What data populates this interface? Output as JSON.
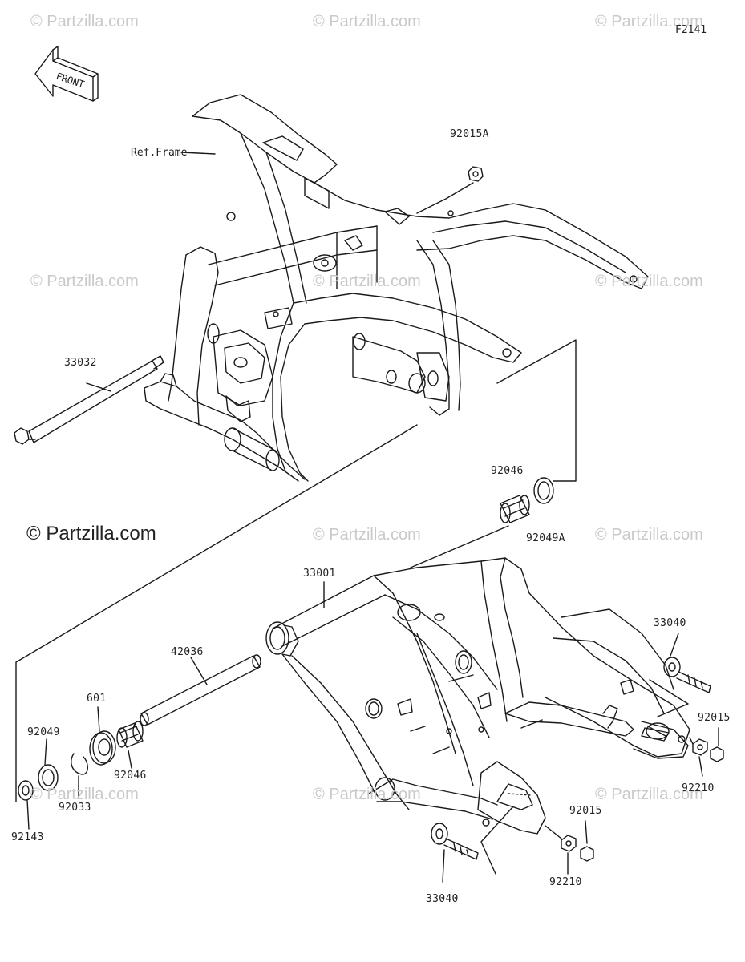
{
  "diagram_code": "F2141",
  "watermark": "© Partzilla.com",
  "brand_mark": "© Partzilla.com",
  "front_label": "FRONT",
  "ref_label": "Ref.Frame",
  "callouts": {
    "p92015A": "92015A",
    "p33032": "33032",
    "p92046_top": "92046",
    "p92049A": "92049A",
    "p33001": "33001",
    "p42036": "42036",
    "p601": "601",
    "p92049": "92049",
    "p92046_low": "92046",
    "p92033": "92033",
    "p92143": "92143",
    "p33040_right": "33040",
    "p92015_right": "92015",
    "p92210_right": "92210",
    "p92015_low": "92015",
    "p92210_low": "92210",
    "p33040_low": "33040"
  },
  "colors": {
    "line": "#1a1a1a",
    "watermark": "#c9c9c9"
  }
}
